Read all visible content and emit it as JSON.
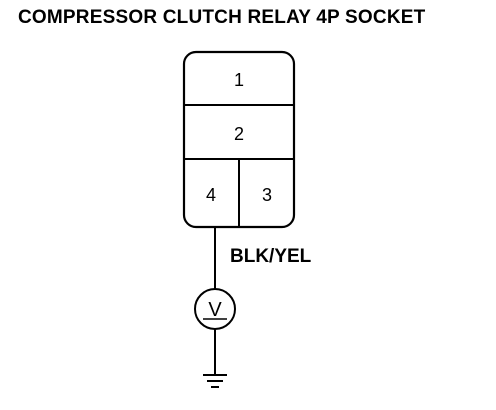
{
  "title": "COMPRESSOR CLUTCH RELAY 4P SOCKET",
  "connector": {
    "pins": [
      {
        "pin": "1"
      },
      {
        "pin": "2"
      },
      {
        "pin": "4"
      },
      {
        "pin": "3"
      }
    ]
  },
  "wire": {
    "color_code": "BLK/YEL"
  },
  "meter": {
    "symbol": "V"
  },
  "icons": {
    "meter": "voltmeter-icon",
    "ground": "ground-icon"
  }
}
